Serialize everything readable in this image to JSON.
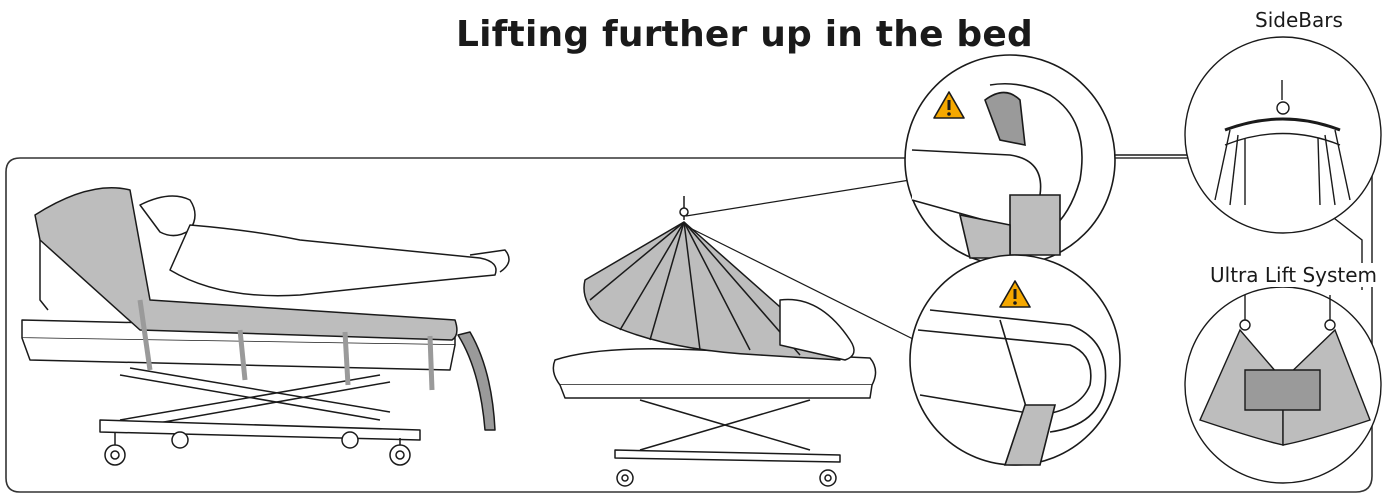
{
  "header": {
    "title": "Lifting further up in the bed"
  },
  "callouts": {
    "sidebars_label": "SideBars",
    "ultra_lift_label": "Ultra Lift System"
  },
  "icons": {
    "warning": "warning-triangle-icon",
    "warning_color": "#f5a800"
  },
  "colors": {
    "line": "#1a1a1a",
    "sheet": "#bdbdbd",
    "sheet_dark": "#9a9a9a",
    "panel_border": "#333333"
  }
}
